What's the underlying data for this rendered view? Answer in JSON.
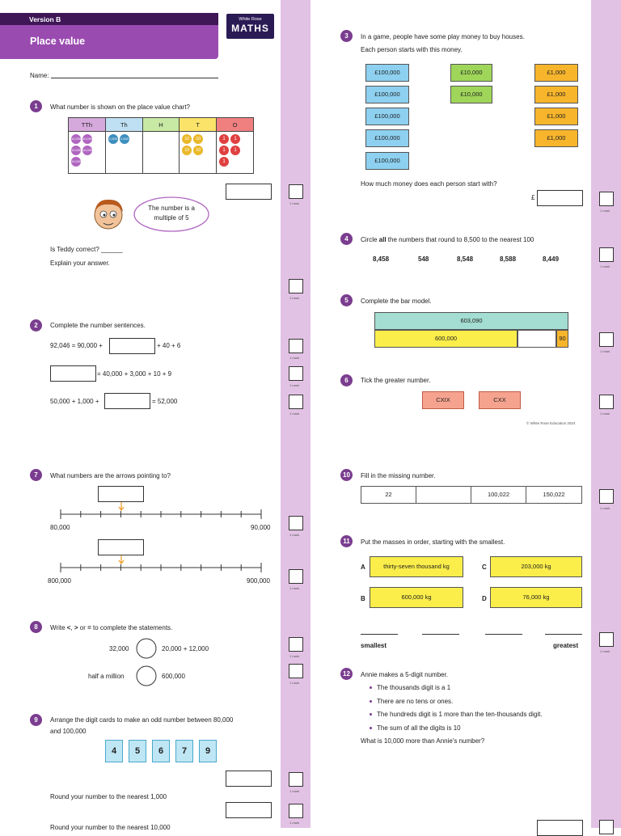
{
  "header": {
    "version": "Version B",
    "title": "Place value",
    "logo_line1": "White Rose",
    "logo_line2": "MATHS"
  },
  "name_label": "Name:",
  "mark_label": "1 mark",
  "q1": {
    "num": "1",
    "prompt": "What number is shown on the place value chart?",
    "headers": [
      "TTh",
      "Th",
      "H",
      "T",
      "O"
    ],
    "counters": {
      "TTh": "10,000",
      "Th": "1,000",
      "T": "10",
      "O": "1"
    },
    "bubble": "The number is a multiple of 5",
    "teddy_q": "Is Teddy correct? ______",
    "explain": "Explain your answer."
  },
  "q2": {
    "num": "2",
    "prompt": "Complete the number sentences.",
    "s1a": "92,046 = 90,000 +",
    "s1b": "+ 40 + 6",
    "s2": "= 40,000 + 3,000 + 10 + 9",
    "s3a": "50,000 + 1,000 +",
    "s3b": "= 52,000"
  },
  "q3": {
    "num": "3",
    "line1": "In a game, people have some play money to buy houses.",
    "line2": "Each person starts with this money.",
    "note100k": "£100,000",
    "note10k": "£10,000",
    "note1k": "£1,000",
    "question": "How much money does each person start with?",
    "currency": "£"
  },
  "q4": {
    "num": "4",
    "pre": "Circle ",
    "bold": "all",
    "post": " the numbers that round to 8,500 to the nearest 100",
    "numbers": [
      "8,458",
      "548",
      "8,548",
      "8,588",
      "8,449"
    ]
  },
  "q5": {
    "num": "5",
    "prompt": "Complete the bar model.",
    "whole": "603,090",
    "part1": "600,000",
    "part3": "90"
  },
  "q6": {
    "num": "6",
    "prompt": "Tick the greater number.",
    "a": "CXIX",
    "b": "CXX"
  },
  "copyright": "© White Rose Education 2024",
  "q7": {
    "num": "7",
    "prompt": "What numbers are the arrows pointing to?",
    "l1_start": "80,000",
    "l1_end": "90,000",
    "l2_start": "800,000",
    "l2_end": "900,000"
  },
  "q8": {
    "num": "8",
    "pre": "Write ",
    "s1": "<",
    "mid1": ", ",
    "s2": ">",
    "mid2": " or ",
    "s3": "=",
    "post": " to complete the statements.",
    "r1_left": "32,000",
    "r1_right": "20,000 + 12,000",
    "r2_left": "half a million",
    "r2_right": "600,000"
  },
  "q9": {
    "num": "9",
    "line1": "Arrange the digit cards to make an odd number between 80,000",
    "line2": "and 100,000",
    "cards": [
      "4",
      "5",
      "6",
      "7",
      "9"
    ],
    "round1": "Round your number to the nearest 1,000",
    "round2": "Round your number to the nearest 10,000"
  },
  "q10": {
    "num": "10",
    "prompt": "Fill in the missing number.",
    "cells": [
      "22",
      "",
      "100,022",
      "150,022"
    ]
  },
  "q11": {
    "num": "11",
    "prompt": "Put the masses in order, starting with the smallest.",
    "A_label": "A",
    "A": "thirty-seven thousand kg",
    "B_label": "B",
    "B": "600,000 kg",
    "C_label": "C",
    "C": "203,000 kg",
    "D_label": "D",
    "D": "76,000 kg",
    "smallest": "smallest",
    "greatest": "greatest"
  },
  "q12": {
    "num": "12",
    "prompt": "Annie makes a 5-digit number.",
    "bullets": [
      "The thousands digit is a 1",
      "There are no tens or ones.",
      "The hundreds digit is 1 more than the ten-thousands digit.",
      "The sum of all the digits is 10"
    ],
    "question": "What is 10,000 more than Annie's number?"
  },
  "colors": {
    "purple": "#9a4bb0",
    "dark": "#3f1656",
    "strip": "#e2c2e4",
    "note100k": "#8dd0f0",
    "note10k": "#9fd65a",
    "note1k": "#f7b52c"
  }
}
